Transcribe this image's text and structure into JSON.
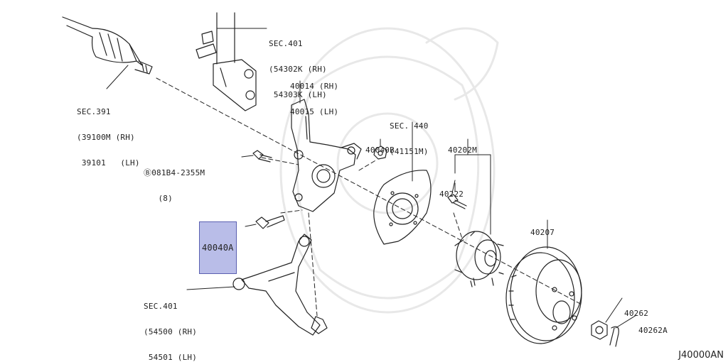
{
  "diagram_code": "J40000AN",
  "callouts": {
    "sec391": {
      "lines": [
        "SEC.391",
        "(39100M (RH)",
        " 39101   (LH)"
      ]
    },
    "sec401_strut": {
      "lines": [
        "SEC.401",
        "(54302K (RH)",
        " 54303K (LH)"
      ]
    },
    "knuckle": {
      "lines": [
        "40014 (RH)",
        "40015 (LH)"
      ]
    },
    "sec440": {
      "lines": [
        "SEC. 440",
        "(41151M)"
      ]
    },
    "nut_40040B": {
      "lines": [
        "40040B"
      ]
    },
    "bolt_081B4": {
      "lines": [
        "Ⓑ081B4-2355M",
        "   (8)"
      ]
    },
    "hub_40202M": {
      "lines": [
        "40202M"
      ]
    },
    "bolt_40222": {
      "lines": [
        "40222"
      ]
    },
    "rotor_40207": {
      "lines": [
        "40207"
      ]
    },
    "bolt_40040A": {
      "lines": [
        "40040A"
      ]
    },
    "sec401_arm": {
      "lines": [
        "SEC.401",
        "(54500 (RH)",
        " 54501 (LH)"
      ]
    },
    "nut_40262": {
      "lines": [
        "40262"
      ]
    },
    "pin_40262A": {
      "lines": [
        "40262A"
      ]
    }
  }
}
